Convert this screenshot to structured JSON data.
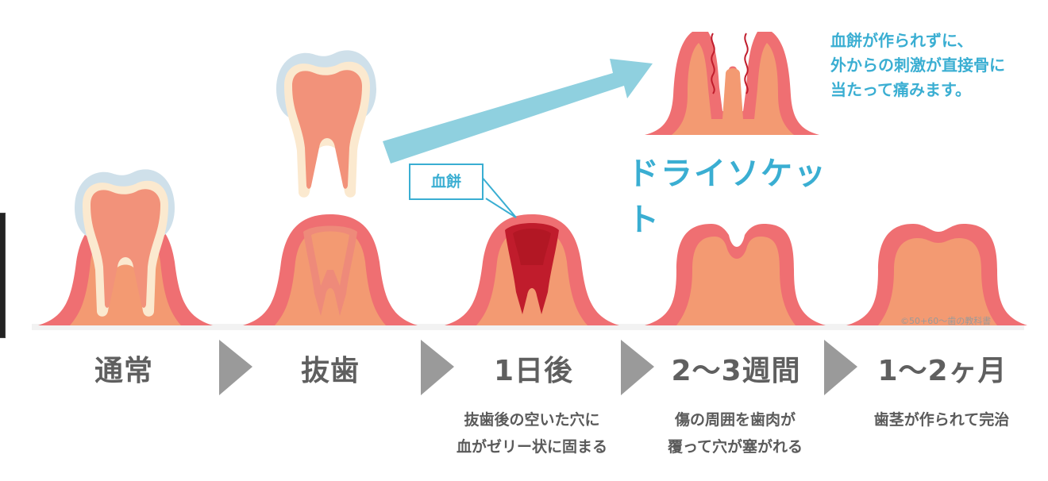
{
  "stages": [
    {
      "label": "通常"
    },
    {
      "label": "抜歯"
    },
    {
      "label": "1日後",
      "desc_line1": "抜歯後の空いた穴に",
      "desc_line2": "血がゼリー状に固まる"
    },
    {
      "label": "2〜3週間",
      "desc_line1": "傷の周囲を歯肉が",
      "desc_line2": "覆って穴が塞がれる"
    },
    {
      "label": "1〜2ヶ月",
      "desc_line1": "歯茎が作られて完治"
    }
  ],
  "clot_label": "血餅",
  "dry_socket": {
    "title": "ドライソケット",
    "callout_line1": "血餅が作られずに、",
    "callout_line2": "外からの刺激が直接骨に",
    "callout_line3": "当たって痛みます。"
  },
  "copyright": "©50+60〜歯の教科書",
  "colors": {
    "gum_outer": "#ef6f72",
    "gum_inner": "#f39a72",
    "tooth_body": "#f2927a",
    "tooth_outline": "#fbe9cf",
    "enamel": "#c9dbe6",
    "clot": "#c01c2c",
    "accent": "#3aaed2",
    "arrow": "#9a9a9a"
  },
  "icons": [
    "tooth-icon",
    "gum-icon",
    "dry-socket-icon",
    "right-triangle-icon",
    "pointer-arrow-icon",
    "squiggle-nerve-icon"
  ]
}
